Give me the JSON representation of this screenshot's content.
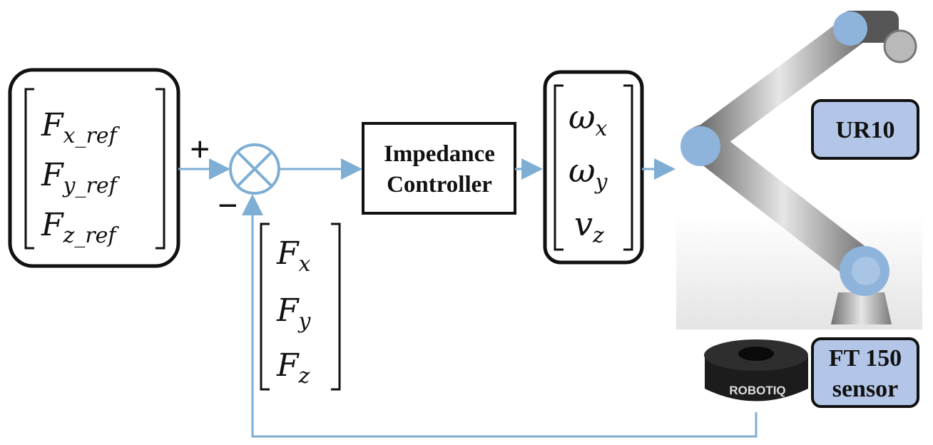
{
  "reference": {
    "rows": [
      {
        "main": "F",
        "sub": "x_ref"
      },
      {
        "main": "F",
        "sub": "y_ref"
      },
      {
        "main": "F",
        "sub": "z_ref"
      }
    ]
  },
  "signs": {
    "plus": "+",
    "minus": "−"
  },
  "controller": {
    "line1": "Impedance",
    "line2": "Controller"
  },
  "output": {
    "rows": [
      {
        "main": "ω",
        "sub": "x"
      },
      {
        "main": "ω",
        "sub": "y"
      },
      {
        "main": "v",
        "sub": "z"
      }
    ]
  },
  "feedback": {
    "rows": [
      {
        "main": "F",
        "sub": "x"
      },
      {
        "main": "F",
        "sub": "y"
      },
      {
        "main": "F",
        "sub": "z"
      }
    ]
  },
  "robot_label": "UR10",
  "sensor_label": {
    "line1": "FT 150",
    "line2": "sensor"
  },
  "sensor_brand": "ROBOTIQ",
  "colors": {
    "signal": "#7eaed4",
    "label_fill": "#b3c6e7",
    "robot_joint": "#8fb4dc"
  }
}
